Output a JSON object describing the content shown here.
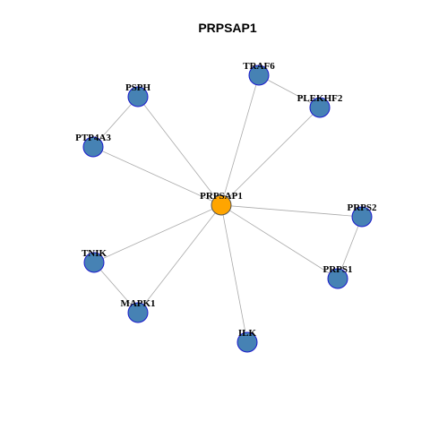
{
  "title": "PRPSAP1",
  "colors": {
    "center_fill": "#FFA500",
    "center_stroke": "#555555",
    "node_fill": "#4682B4",
    "node_stroke": "#1A1ACC",
    "edge": "#AAAAAA"
  },
  "nodes": [
    {
      "id": "PRPSAP1",
      "label": "PRPSAP1",
      "center": true
    },
    {
      "id": "TRAF6",
      "label": "TRAF6"
    },
    {
      "id": "PLEKHF2",
      "label": "PLEKHF2"
    },
    {
      "id": "PSPH",
      "label": "PSPH"
    },
    {
      "id": "PTP4A3",
      "label": "PTP4A3"
    },
    {
      "id": "PRPS2",
      "label": "PRPS2"
    },
    {
      "id": "PRPS1",
      "label": "PRPS1"
    },
    {
      "id": "TNIK",
      "label": "TNIK"
    },
    {
      "id": "MAPK1",
      "label": "MAPK1"
    },
    {
      "id": "ILK",
      "label": "ILK"
    }
  ],
  "edges": [
    [
      "PRPSAP1",
      "TRAF6"
    ],
    [
      "PRPSAP1",
      "PLEKHF2"
    ],
    [
      "TRAF6",
      "PLEKHF2"
    ],
    [
      "PRPSAP1",
      "PSPH"
    ],
    [
      "PRPSAP1",
      "PTP4A3"
    ],
    [
      "PSPH",
      "PTP4A3"
    ],
    [
      "PRPSAP1",
      "PRPS2"
    ],
    [
      "PRPSAP1",
      "PRPS1"
    ],
    [
      "PRPS2",
      "PRPS1"
    ],
    [
      "PRPSAP1",
      "TNIK"
    ],
    [
      "PRPSAP1",
      "MAPK1"
    ],
    [
      "TNIK",
      "MAPK1"
    ],
    [
      "PRPSAP1",
      "ILK"
    ]
  ]
}
